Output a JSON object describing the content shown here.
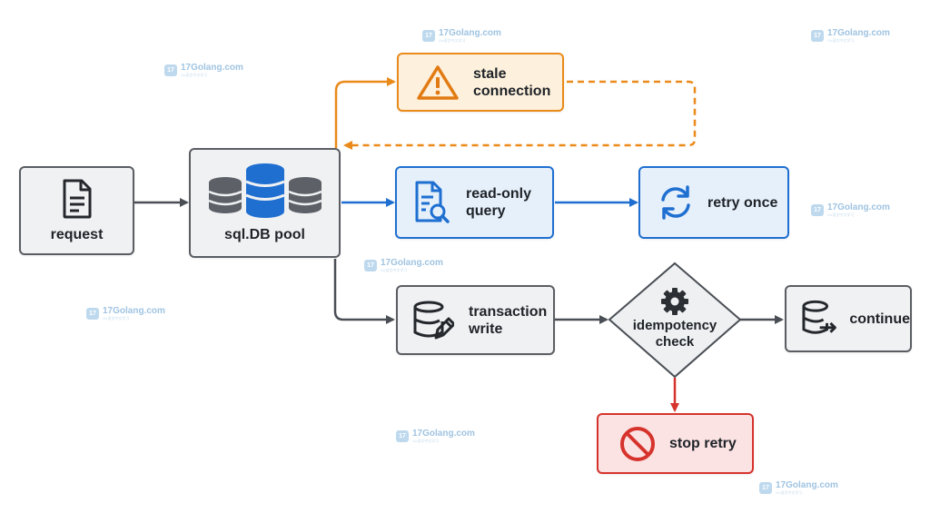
{
  "nodes": {
    "request": "request",
    "pool": "sql.DB pool",
    "stale": [
      "stale",
      "connection"
    ],
    "readonly": [
      "read-only",
      "query"
    ],
    "retry_once": "retry once",
    "transaction": [
      "transaction",
      "write"
    ],
    "idempotency": [
      "idempotency",
      "check"
    ],
    "continue": "continue",
    "stop_retry": "stop retry"
  },
  "watermark": {
    "text": "17Golang.com",
    "subtext": "Go语言中文学习"
  },
  "colors": {
    "gray_border": "#5a5e63",
    "blue": "#1f6fd1",
    "orange": "#ea8a1a",
    "red": "#d6332c"
  }
}
